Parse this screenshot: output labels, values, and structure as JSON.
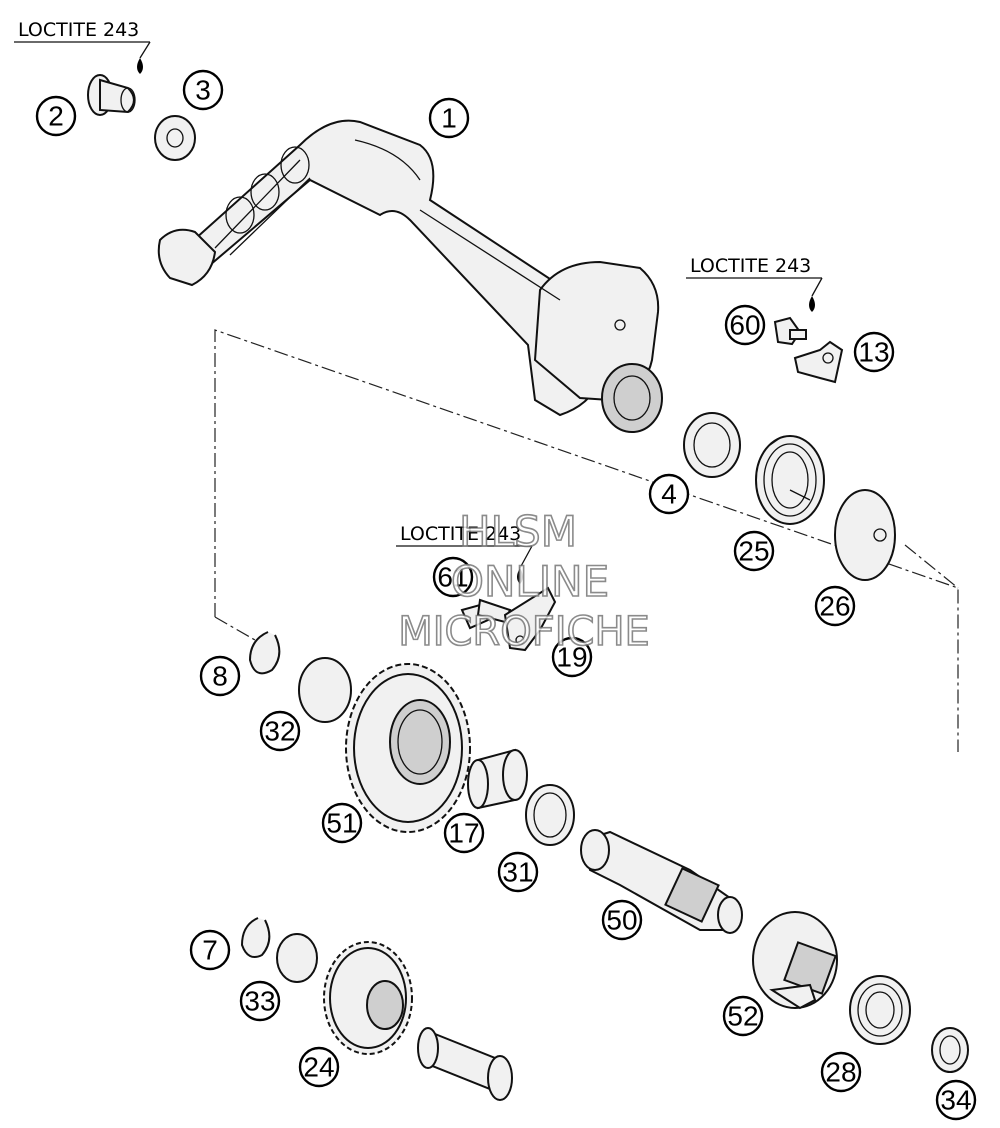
{
  "loctite_labels": [
    {
      "id": "loctite-a",
      "text": "LOCTITE 243"
    },
    {
      "id": "loctite-b",
      "text": "LOCTITE 243"
    },
    {
      "id": "loctite-c",
      "text": "LOCTITE 243"
    }
  ],
  "callouts": [
    "1",
    "2",
    "3",
    "60",
    "13",
    "4",
    "25",
    "26",
    "61",
    "19",
    "8",
    "32",
    "51",
    "17",
    "31",
    "50",
    "7",
    "33",
    "24",
    "52",
    "28",
    "34"
  ],
  "watermark": {
    "line1": "HLSM",
    "line2": "ONLINE",
    "line3": "MICROFICHE"
  }
}
